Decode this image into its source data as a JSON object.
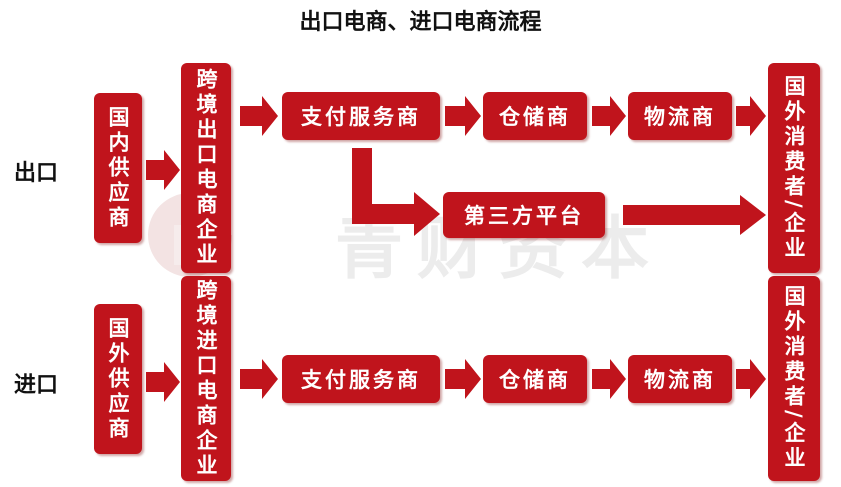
{
  "title": "出口电商、进口电商流程",
  "colors": {
    "box": "#c0141c",
    "arrow": "#c0141c"
  },
  "watermark": {
    "text": "青财资本"
  },
  "export": {
    "label": "出口",
    "supplier": "国内供应商",
    "platform_company": "跨境出口电商企业",
    "payment": "支付服务商",
    "warehouse": "仓储商",
    "logistics": "物流商",
    "third_party": "第三方平台",
    "consumer": "国外消费者/企业"
  },
  "import": {
    "label": "进口",
    "supplier": "国外供应商",
    "platform_company": "跨境进口电商企业",
    "payment": "支付服务商",
    "warehouse": "仓储商",
    "logistics": "物流商",
    "consumer": "国外消费者/企业"
  }
}
